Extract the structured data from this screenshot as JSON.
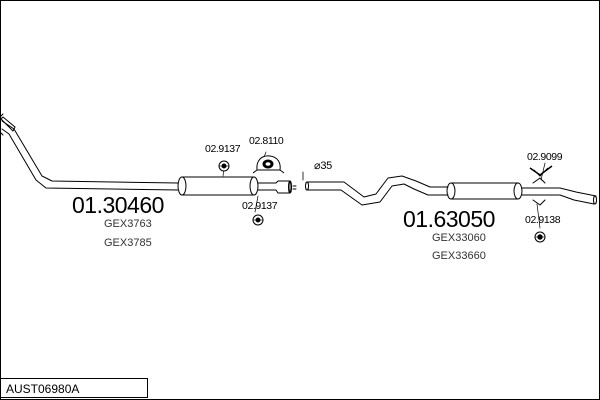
{
  "diagram": {
    "code": "AUST06980A",
    "front_section": {
      "part_number": "01.30460",
      "oe_refs": [
        "GEX3763",
        "GEX3785"
      ],
      "clamp_top": "02.9137",
      "hanger": "02.8110",
      "clamp_bottom": "02.9137"
    },
    "rear_section": {
      "part_number": "01.63050",
      "oe_refs": [
        "GEX33060",
        "GEX33660"
      ],
      "hanger_top": "02.9099",
      "clamp_bottom": "02.9138"
    },
    "pipe_diameter": "⌀35"
  }
}
